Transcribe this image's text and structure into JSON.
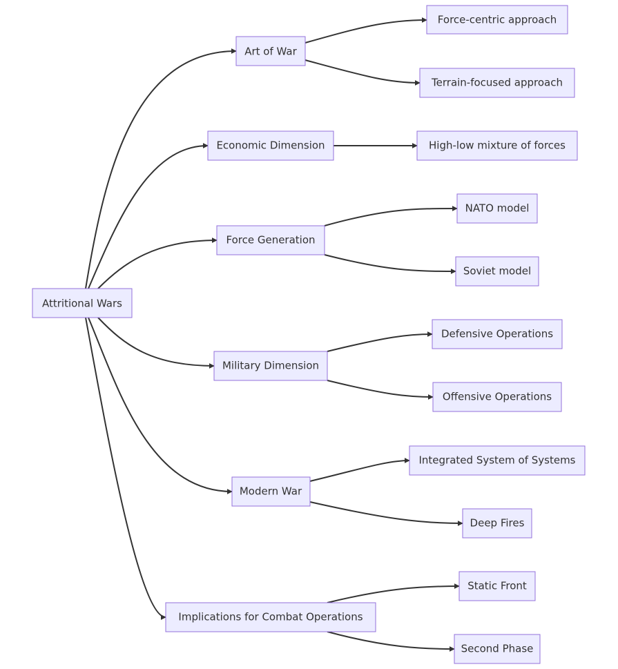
{
  "diagram": {
    "root": "Attritional Wars",
    "branches": [
      {
        "label": "Art of War",
        "children": [
          "Force-centric approach",
          "Terrain-focused approach"
        ]
      },
      {
        "label": "Economic Dimension",
        "children": [
          "High-low mixture of forces"
        ]
      },
      {
        "label": "Force Generation",
        "children": [
          "NATO model",
          "Soviet model"
        ]
      },
      {
        "label": "Military Dimension",
        "children": [
          "Defensive Operations",
          "Offensive Operations"
        ]
      },
      {
        "label": "Modern War",
        "children": [
          "Integrated System of Systems",
          "Deep Fires"
        ]
      },
      {
        "label": "Implications for Combat Operations",
        "children": [
          "Static Front",
          "Second Phase"
        ]
      }
    ]
  }
}
